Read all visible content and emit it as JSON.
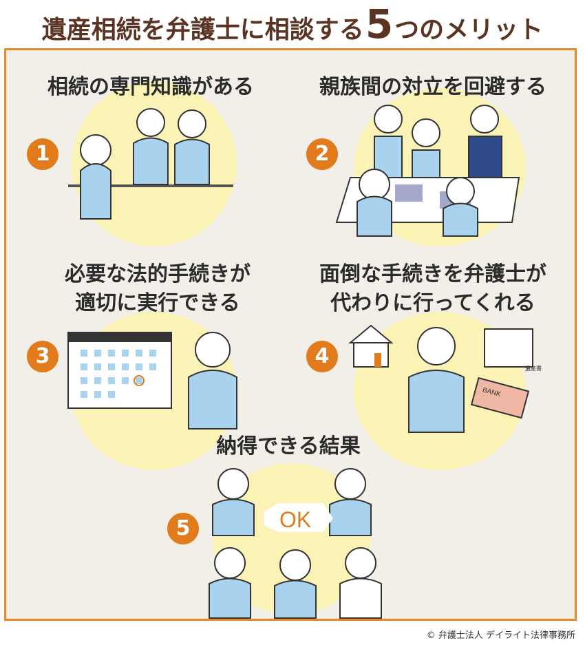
{
  "title": {
    "pre": "遺産相続を弁護士に相談する",
    "number": "5",
    "post": "つのメリット"
  },
  "merits": [
    {
      "number": "1",
      "heading": "相続の専門知識がある"
    },
    {
      "number": "2",
      "heading": "親族間の対立を回避する"
    },
    {
      "number": "3",
      "heading_line1": "必要な法的手続きが",
      "heading_line2": "適切に実行できる"
    },
    {
      "number": "4",
      "heading_line1": "面倒な手続きを弁護士が",
      "heading_line2": "代わりに行ってくれる"
    },
    {
      "number": "5",
      "heading": "納得できる結果"
    }
  ],
  "illustration_text": {
    "bank": "BANK",
    "ok": "OK",
    "document": "遺産書"
  },
  "credit": "© 弁護士法人 デイライト法律事務所",
  "colors": {
    "accent": "#e27b1c",
    "border": "#e88a2a",
    "title": "#5a3322",
    "blob": "#fbf3b6",
    "panel": "#f2eee8",
    "person": "#a9d2ee"
  }
}
